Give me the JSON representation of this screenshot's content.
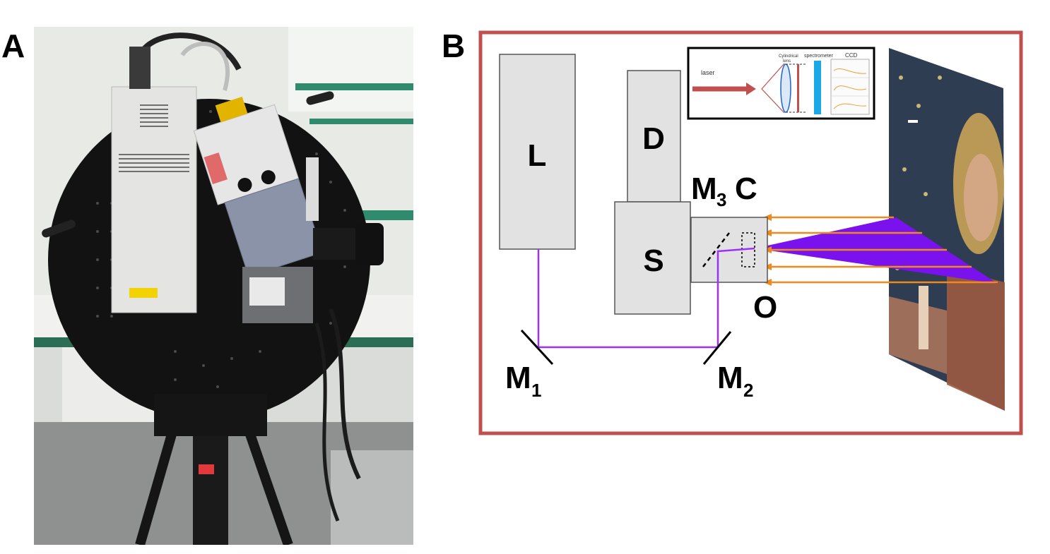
{
  "panels": {
    "a_label": "A",
    "b_label": "B"
  },
  "diagram": {
    "labels": {
      "laser_unit": "L",
      "detector": "D",
      "spectrograph": "S",
      "mirror_3": "M",
      "mirror_3_sub": "3",
      "camera": "C",
      "objective": "O",
      "mirror_1": "M",
      "mirror_1_sub": "1",
      "mirror_2": "M",
      "mirror_2_sub": "2"
    },
    "inset": {
      "laser": "laser",
      "cylindrical_lens_line1": "Cylindrical",
      "cylindrical_lens_line2": "lens",
      "spectrometer": "spectrometer",
      "ccd": "CCD"
    },
    "colors": {
      "frame": "#c0504d",
      "laser_beam": "#9b30ff",
      "laser_sheet": "#7a12ee",
      "return_rays": "#f08a1c",
      "box_fill": "#e2e2e2",
      "spectrometer_bar": "#1aa8e6",
      "inset_arrow": "#c0504d"
    }
  }
}
